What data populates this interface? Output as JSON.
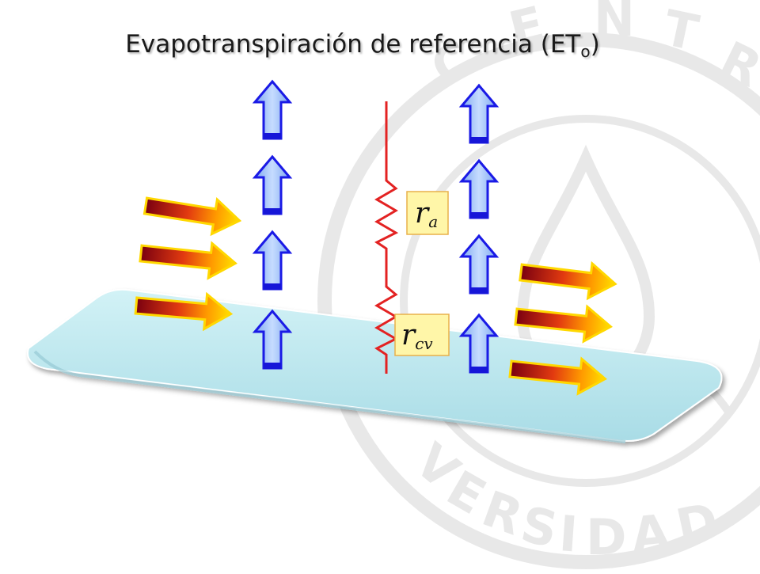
{
  "title": {
    "main": "Evapotranspiración  de referencia (ET",
    "subscript": "o",
    "close": ")"
  },
  "watermark": {
    "text": "CENTRAL UNIVERSIDAD DE"
  },
  "labels": {
    "ra_symbol": "r",
    "ra_subscript": "a",
    "rcv_symbol": "r",
    "rcv_subscript": "cv"
  },
  "colors": {
    "surface_fill": "#bfe9f0",
    "vapor_arrow_fill": "#a7c8ff",
    "vapor_arrow_stroke": "#1a1ae6",
    "heat_arrow_start": "#7a0010",
    "heat_arrow_end": "#ffe000",
    "heat_arrow_stroke": "#ffd800",
    "resistor_line": "#e32222",
    "label_box_fill": "#fff6a8",
    "label_box_stroke": "#e8b04a"
  },
  "icons": {
    "vapor_flux": "arrow-up-icon",
    "sensible_heat": "arrow-right-icon",
    "resistance": "resistor-zigzag-icon"
  }
}
